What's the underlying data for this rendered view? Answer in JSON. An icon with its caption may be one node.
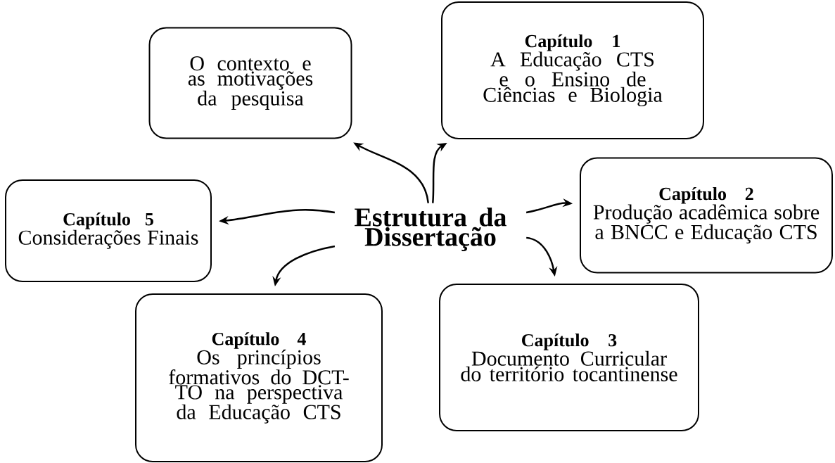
{
  "diagram": {
    "nodes": [
      {
        "text": [
          "Estrutura da Dissertação"
        ]
      },
      {
        "text": [
          "O contexto e as motivações da pesquisa"
        ]
      },
      {
        "text": [
          "Capítulo 1",
          "A Educação CTS e o Ensino de Ciências e Biologia"
        ]
      },
      {
        "text": [
          "Capítulo 2",
          "Produção acadêmica sobre a BNCC e Educação CTS"
        ]
      },
      {
        "text": [
          "Capítulo 5",
          "Considerações Finais"
        ]
      },
      {
        "text": [
          "Capítulo 4",
          "Os princípios formativos do DCT-TO na perspectiva da Educação CTS"
        ]
      },
      {
        "text": [
          "Capítulo 3",
          "Documento Curricular do território tocantinense"
        ]
      }
    ],
    "edges": [
      {
        "from": 0,
        "to": 1,
        "arrow": "to"
      },
      {
        "from": 0,
        "to": 2,
        "arrow": "to"
      },
      {
        "from": 0,
        "to": 4,
        "arrow": "to"
      },
      {
        "from": 0,
        "to": 5,
        "arrow": "to"
      },
      {
        "from": 0,
        "to": 3,
        "arrow": "to"
      },
      {
        "from": 0,
        "to": 6,
        "arrow": "to"
      }
    ]
  }
}
